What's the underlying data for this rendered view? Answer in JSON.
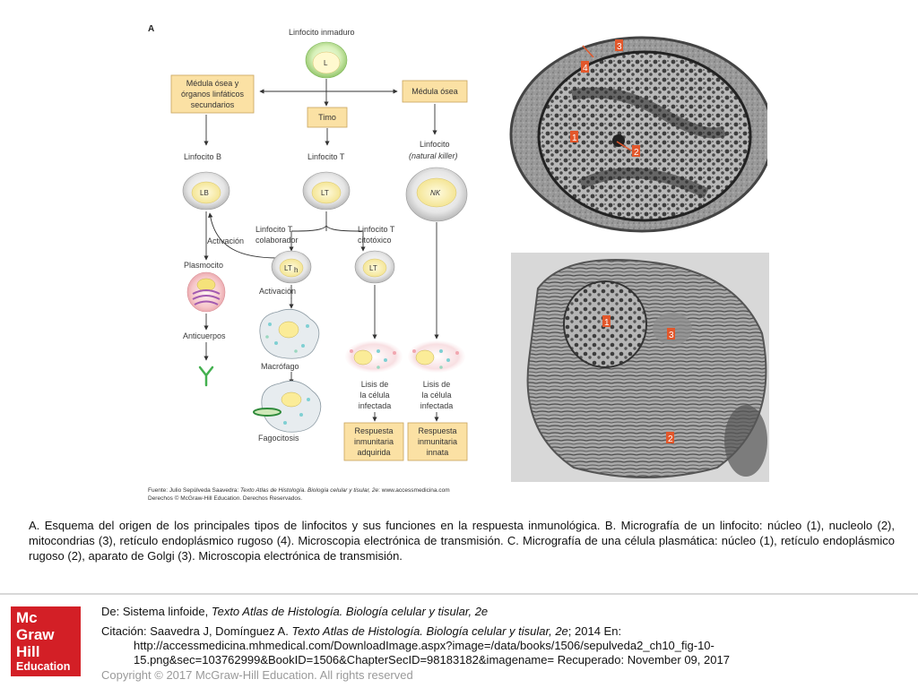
{
  "figure_a": {
    "panel_letter": "A",
    "immature": "Linfocito inmaduro",
    "immature_cell": "L",
    "box_medulla_secondary": [
      "Médula ósea y",
      "órganos linfáticos",
      "secundarios"
    ],
    "box_thymus": "Timo",
    "box_medulla": "Médula ósea",
    "lymph_b": "Linfocito B",
    "lymph_t": "Linfocito T",
    "lymph_nk": [
      "Linfocito",
      "(natural killer)"
    ],
    "cell_lb": "LB",
    "cell_lt": "LT",
    "cell_nk": "NK",
    "activation_1": "Activación",
    "t_helper": [
      "Linfocito T",
      "colaborador"
    ],
    "t_cytotoxic": [
      "Linfocito T",
      "citotóxico"
    ],
    "cell_lth": "LT",
    "cell_lth_sub": "h",
    "cell_ltc": "LT",
    "plasmocyte": "Plasmocito",
    "activation_2": "Activación",
    "macrophage": "Macrófago",
    "antibodies": "Anticuerpos",
    "phagocytosis": "Fagocitosis",
    "lysis_1": [
      "Lisis de",
      "la célula",
      "infectada"
    ],
    "lysis_2": [
      "Lisis de",
      "la célula",
      "infectada"
    ],
    "response_acquired": [
      "Respuesta",
      "inmunitaria",
      "adquirida"
    ],
    "response_innate": [
      "Respuesta",
      "inmunitaria",
      "innata"
    ]
  },
  "source": {
    "prefix": "Fuente: Julio Sepúlveda Saavedra: ",
    "title": "Texto Atlas de Histología. Biología celular y tisular, 2e",
    "suffix": ": www.accessmedicina.com",
    "line2": "Derechos © McGraw-Hill Education. Derechos Reservados."
  },
  "micrograph_b": {
    "letter": "B",
    "labels": [
      "1",
      "2",
      "3",
      "4"
    ]
  },
  "micrograph_c": {
    "letter": "C",
    "labels": [
      "1",
      "2",
      "3"
    ]
  },
  "caption": "A. Esquema del origen de los principales tipos de linfocitos y sus funciones en la respuesta inmunológica. B. Micrografía de un linfocito: núcleo (1), nucleolo (2), mitocondrias (3), retículo endoplásmico rugoso (4). Microscopia electrónica de transmisión. C. Micrografía de una célula plasmática: núcleo (1), retículo endoplásmico rugoso (2), aparato de Golgi (3). Microscopia electrónica de transmisión.",
  "footer": {
    "from_prefix": "De: Sistema linfoide, ",
    "from_title": "Texto Atlas de Histología. Biología celular y tisular, 2e",
    "cite_prefix": "Citación: Saavedra J, Domínguez A",
    "cite_dot": ". ",
    "cite_title": "Texto Atlas de Histología. Biología celular y tisular, 2e",
    "cite_suffix": "; 2014 En:",
    "cite_url1": "http://accessmedicina.mhmedical.com/DownloadImage.aspx?image=/data/books/1506/sepulveda2_ch10_fig-10-",
    "cite_url2": "15.png&sec=103762999&BookID=1506&ChapterSecID=98183182&imagename= Recuperado: November 09, 2017",
    "copyright": "Copyright © 2017 McGraw-Hill Education. All rights reserved"
  },
  "logo": {
    "line1": "Mc",
    "line2": "Graw",
    "line3": "Hill",
    "line4": "Education"
  },
  "colors": {
    "logo_red": "#d31f26",
    "box_fill": "#fbe1a4",
    "label_red": "#e2572b"
  }
}
